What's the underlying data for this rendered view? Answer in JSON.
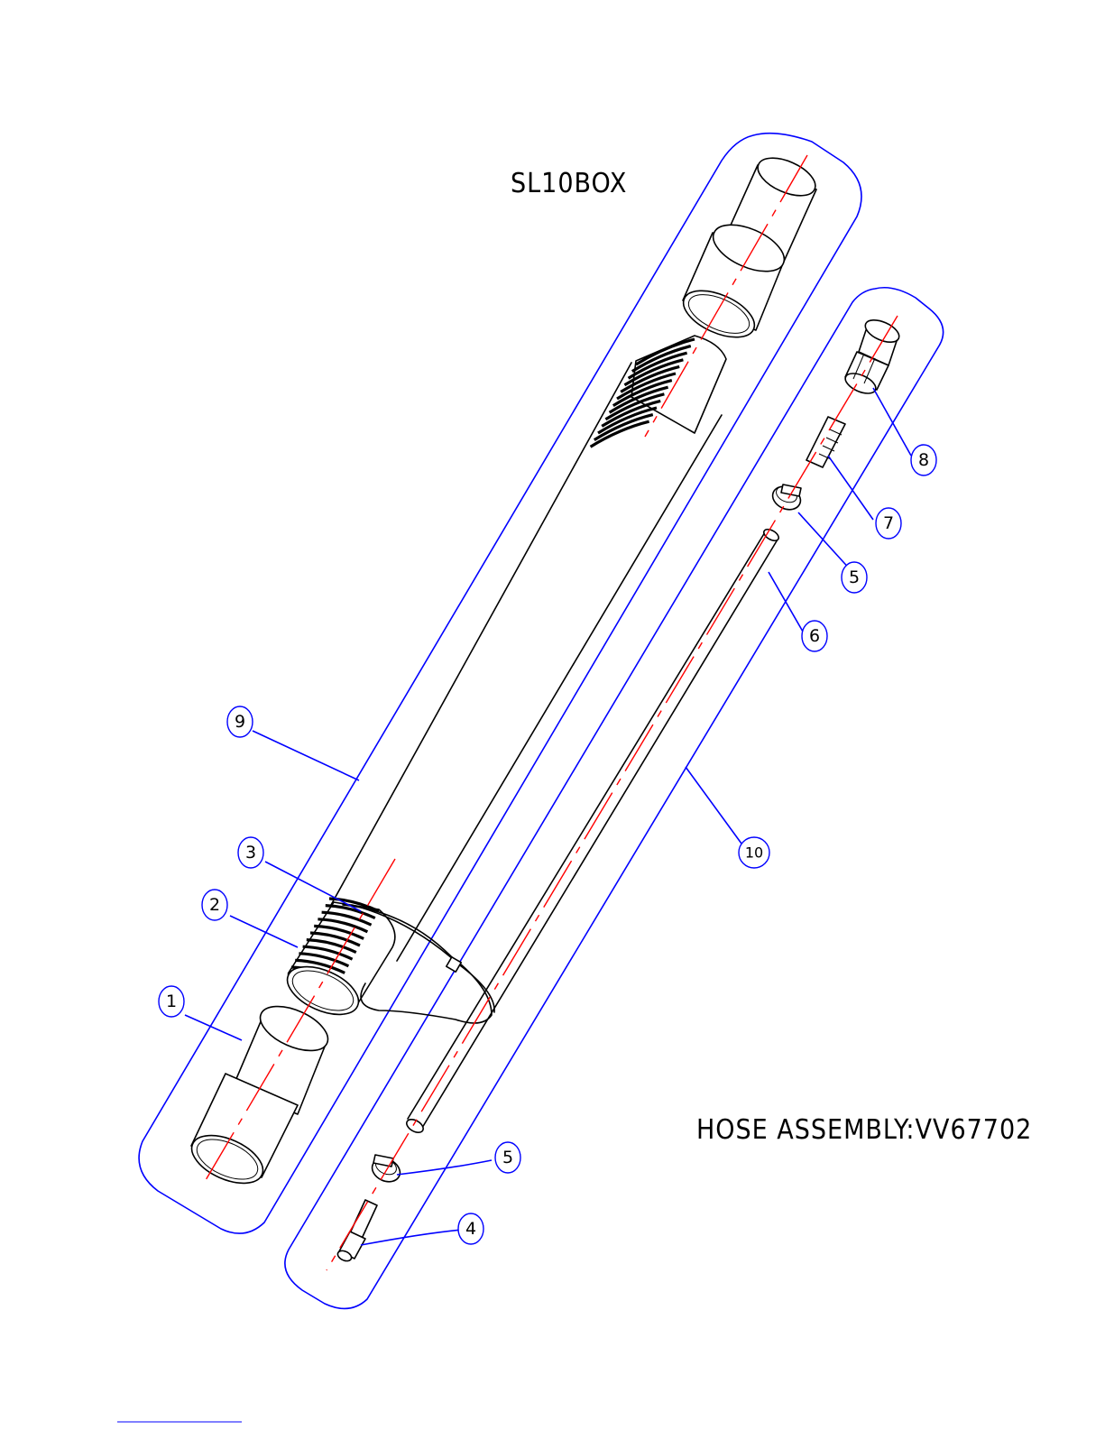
{
  "title_top": "SL10BOX",
  "title_bottom": "HOSE ASSEMBLY:VV67702",
  "callouts": [
    {
      "id": "1",
      "label": "1",
      "part": "pipe-sleeve-bottom"
    },
    {
      "id": "2",
      "label": "2",
      "part": "ribbed-coupling"
    },
    {
      "id": "3",
      "label": "3",
      "part": "cable-tie"
    },
    {
      "id": "4",
      "label": "4",
      "part": "hose-barb-fitting"
    },
    {
      "id": "5a",
      "label": "5",
      "part": "hose-clamp-top"
    },
    {
      "id": "5b",
      "label": "5",
      "part": "hose-clamp-bottom"
    },
    {
      "id": "6",
      "label": "6",
      "part": "small-hose"
    },
    {
      "id": "7",
      "label": "7",
      "part": "threaded-barb"
    },
    {
      "id": "8",
      "label": "8",
      "part": "union-fitting"
    },
    {
      "id": "9",
      "label": "9",
      "part": "group-sl10box"
    },
    {
      "id": "10",
      "label": "10",
      "part": "group-hose-assembly"
    }
  ],
  "colors": {
    "outline": "#0000ff",
    "centerline": "#ff0000",
    "ink": "#000000"
  }
}
